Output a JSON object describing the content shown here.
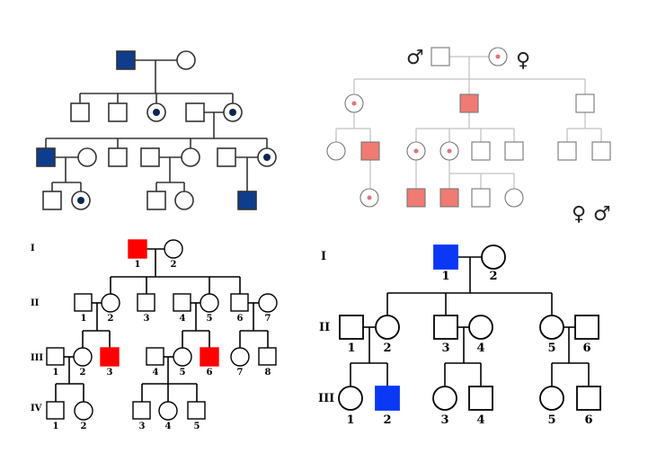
{
  "panels": {
    "top_left": {
      "affected_color": "#0e3d8e",
      "carrier_dot_color": "#0d2550"
    },
    "top_right": {
      "affected_color": "#ef7b73",
      "symbols": {
        "male_top": "♂",
        "female_top": "♀",
        "female_bottom": "♀",
        "male_bottom": "♂"
      }
    },
    "bottom_left": {
      "affected_color": "#ff0000",
      "generations": [
        "I",
        "II",
        "III",
        "IV"
      ],
      "gen1": [
        "1",
        "2"
      ],
      "gen2": [
        "1",
        "2",
        "3",
        "4",
        "5",
        "6",
        "7"
      ],
      "gen3": [
        "1",
        "2",
        "3",
        "4",
        "5",
        "6",
        "7",
        "8"
      ],
      "gen4": [
        "1",
        "2",
        "3",
        "4",
        "5"
      ]
    },
    "bottom_right": {
      "affected_color": "#0a38f5",
      "generations": [
        "I",
        "II",
        "III"
      ],
      "gen1": [
        "1",
        "2"
      ],
      "gen2": [
        "1",
        "2",
        "3",
        "4",
        "5",
        "6"
      ],
      "gen3": [
        "1",
        "2",
        "3",
        "4",
        "5",
        "6"
      ]
    }
  }
}
